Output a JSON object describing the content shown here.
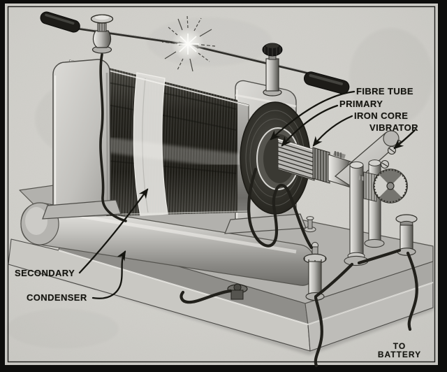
{
  "figure": {
    "labels": {
      "fibre_tube": "FIBRE TUBE",
      "primary": "PRIMARY",
      "iron_core": "IRON CORE",
      "vibrator": "VIBRATOR",
      "secondary": "SECONDARY",
      "condenser": "CONDENSER",
      "to_battery_line1": "TO",
      "to_battery_line2": "BATTERY"
    },
    "colors": {
      "frame": "#0d0d0c",
      "paper": "#d7d6d1",
      "ink": "#14140f",
      "dark_winding": "#2c2b26",
      "metal_light": "#e9e8e4",
      "metal_dark": "#55544f"
    }
  }
}
